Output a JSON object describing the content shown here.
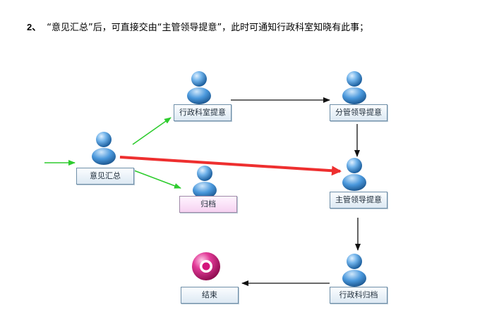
{
  "intro": {
    "number": "2、",
    "text": "“意见汇总”后，可直接交由“主管领导提意”，此时可通知行政科室知晓有此事；"
  },
  "nodes": {
    "summary": "意见汇总",
    "dept_opinion": "行政科室提意",
    "branch_leader": "分管领导提意",
    "chief_leader": "主管领导提意",
    "archive": "归档",
    "dept_archive": "行政科归档",
    "end": "结束"
  },
  "colors": {
    "person_blue": "#3a8fd6",
    "arrow_green": "#2ecc2e",
    "arrow_red": "#ee2f2f",
    "arrow_black": "#111111",
    "archive_pink": "#f6d2f1",
    "end_magenta": "#d4157c"
  }
}
